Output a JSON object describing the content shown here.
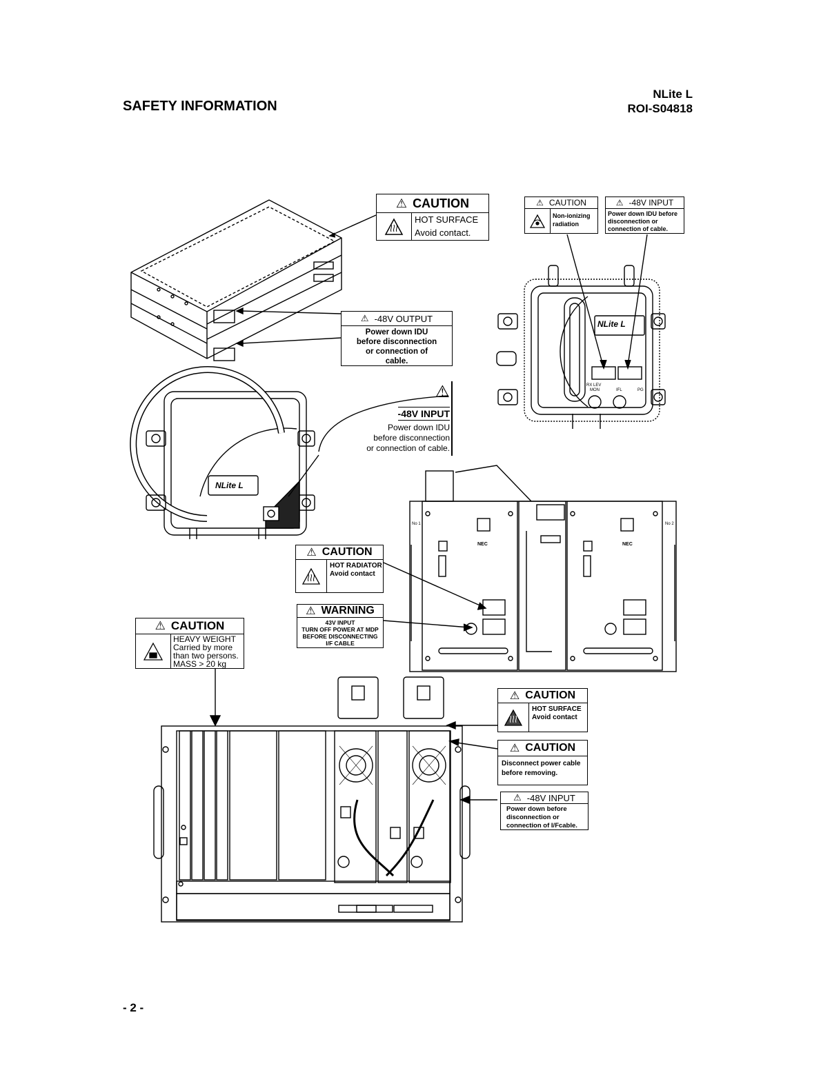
{
  "header": {
    "section_title": "SAFETY INFORMATION",
    "product": "NLite L",
    "doc_number": "ROI-S04818"
  },
  "labels": {
    "caution_hot_surface_top": {
      "title": "CAUTION",
      "line1": "HOT SURFACE",
      "line2": "Avoid contact."
    },
    "caution_nonionizing": {
      "title": "CAUTION",
      "line1": "Non-ionizing",
      "line2": "radiation"
    },
    "input48_top": {
      "title": "-48V INPUT",
      "line1": "Power down IDU before",
      "line2": "disconnection or",
      "line3": "connection of cable."
    },
    "output48": {
      "title": "-48V OUTPUT",
      "line1": "Power down IDU",
      "line2": "before disconnection",
      "line3": "or connection of",
      "line4": "cable."
    },
    "input48_odu": {
      "title": "-48V INPUT",
      "line1": "Power down IDU",
      "line2": "before disconnection",
      "line3": "or connection of cable."
    },
    "caution_hot_radiator": {
      "title": "CAUTION",
      "line1": "HOT RADIATOR",
      "line2": "Avoid contact"
    },
    "warning_43v": {
      "title": "WARNING",
      "line1": "43V INPUT",
      "line2": "TURN OFF POWER AT MDP",
      "line3": "BEFORE DISCONNECTING",
      "line4": "I/F CABLE"
    },
    "caution_heavy": {
      "title": "CAUTION",
      "line1": "HEAVY WEIGHT",
      "line2": "Carried by more",
      "line3": "than two persons.",
      "line4": "MASS > 20 kg"
    },
    "caution_hot_surface_rack": {
      "title": "CAUTION",
      "line1": "HOT SURFACE",
      "line2": "Avoid contact"
    },
    "caution_disconnect": {
      "title": "CAUTION",
      "line1": "Disconnect power cable",
      "line2": "before removing."
    },
    "input48_rack": {
      "title": "-48V INPUT",
      "line1": "Power down before",
      "line2": "disconnection or",
      "line3": "connection of I/Fcable."
    }
  },
  "device_text": {
    "logo": "NLite",
    "logo_suffix": "L",
    "rx_lev": "RX LEV",
    "mon": "MON",
    "ifl": "IFL",
    "pg": "PG",
    "nec": "NEC",
    "no1": "No 1",
    "no2": "No 2"
  },
  "footer": {
    "page_number": "- 2 -"
  }
}
